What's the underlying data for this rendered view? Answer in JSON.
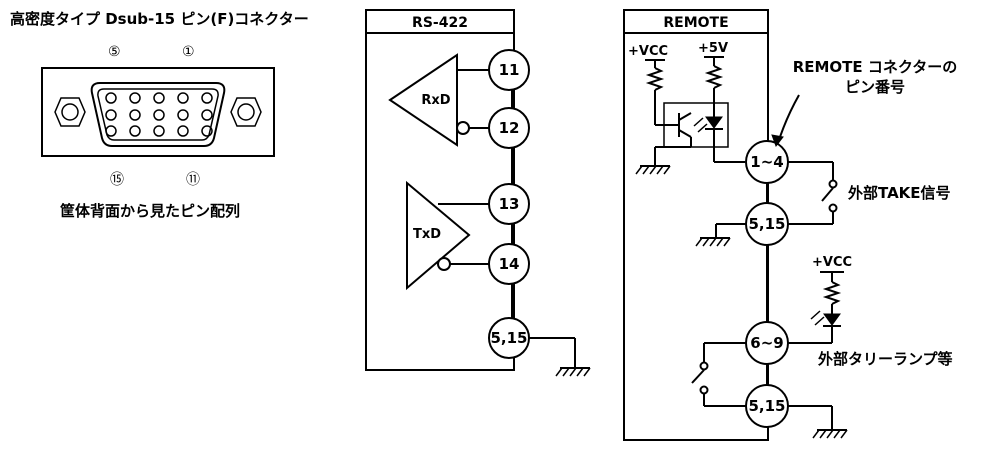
{
  "connector": {
    "title": "高密度タイプ Dsub-15 ピン(F)コネクター",
    "pin_label_top_left": "⑤",
    "pin_label_top_right": "①",
    "pin_label_bottom_left": "⑮",
    "pin_label_bottom_right": "⑪",
    "caption": "筐体背面から見たピン配列"
  },
  "rs422": {
    "title": "RS-422",
    "receiver_label": "RxD",
    "transmitter_label": "TxD",
    "pins": [
      "11",
      "12",
      "13",
      "14",
      "5,15"
    ]
  },
  "remote": {
    "title": "REMOTE",
    "vcc_label": "+VCC",
    "v5_label": "+5V",
    "pin_callout": "REMOTE コネクターの\nピン番号",
    "pins": [
      "1~4",
      "5,15",
      "6~9",
      "5,15"
    ],
    "take_signal_label": "外部TAKE信号",
    "lamp_vcc_label": "+VCC",
    "tally_label": "外部タリーランプ等"
  }
}
